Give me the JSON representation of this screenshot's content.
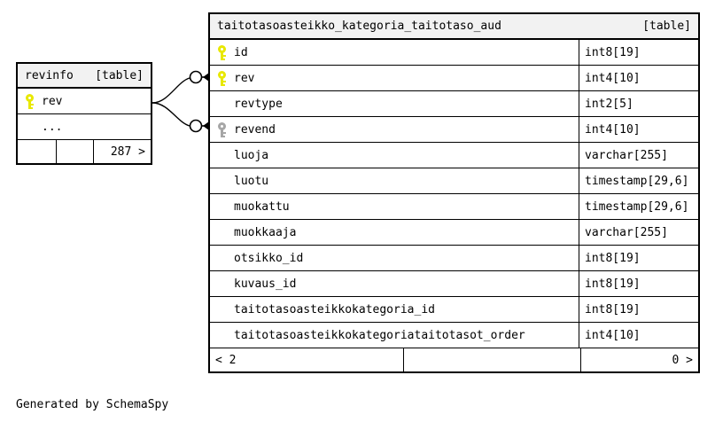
{
  "diagram": {
    "generator_caption": "Generated by SchemaSpy",
    "colors": {
      "primary_key": "#e8e800",
      "foreign_key": "#a6a6a6",
      "header_background": "#f2f2f2",
      "border": "#000000",
      "background": "#ffffff"
    }
  },
  "tables": {
    "revinfo": {
      "name": "revinfo",
      "tag": "[table]",
      "rows": [
        {
          "key": "pk",
          "name": "rev",
          "type": ""
        },
        {
          "key": "none",
          "name": "...",
          "type": ""
        }
      ],
      "footer": {
        "left": "",
        "middle": "",
        "right": "287 >"
      }
    },
    "main": {
      "name": "taitotasoasteikko_kategoria_taitotaso_aud",
      "tag": "[table]",
      "rows": [
        {
          "key": "pk",
          "name": "id",
          "type": "int8[19]"
        },
        {
          "key": "pk",
          "name": "rev",
          "type": "int4[10]"
        },
        {
          "key": "none",
          "name": "revtype",
          "type": "int2[5]"
        },
        {
          "key": "fk",
          "name": "revend",
          "type": "int4[10]"
        },
        {
          "key": "none",
          "name": "luoja",
          "type": "varchar[255]"
        },
        {
          "key": "none",
          "name": "luotu",
          "type": "timestamp[29,6]"
        },
        {
          "key": "none",
          "name": "muokattu",
          "type": "timestamp[29,6]"
        },
        {
          "key": "none",
          "name": "muokkaaja",
          "type": "varchar[255]"
        },
        {
          "key": "none",
          "name": "otsikko_id",
          "type": "int8[19]"
        },
        {
          "key": "none",
          "name": "kuvaus_id",
          "type": "int8[19]"
        },
        {
          "key": "none",
          "name": "taitotasoasteikkokategoria_id",
          "type": "int8[19]"
        },
        {
          "key": "none",
          "name": "taitotasoasteikkokategoriataitotasot_order",
          "type": "int4[10]"
        }
      ],
      "footer": {
        "left": "< 2",
        "middle": "",
        "right": "0 >"
      }
    }
  },
  "relationships": [
    {
      "from": "revinfo.rev",
      "to": "taitotasoasteikko_kategoria_taitotaso_aud.rev"
    },
    {
      "from": "revinfo.rev",
      "to": "taitotasoasteikko_kategoria_taitotaso_aud.revend"
    }
  ]
}
